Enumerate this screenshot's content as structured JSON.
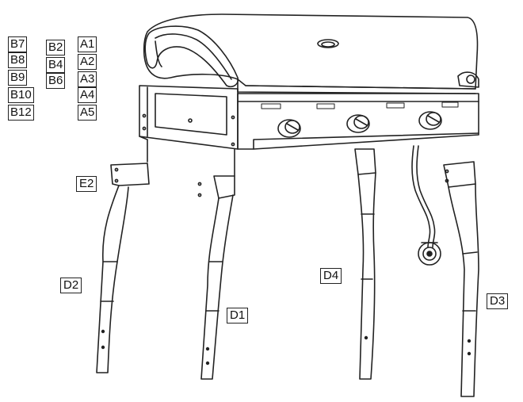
{
  "parts_list": {
    "col_b_left": [
      "B7",
      "B8",
      "B9",
      "B10",
      "B12"
    ],
    "col_b_mid": [
      "B2",
      "B4",
      "B6"
    ],
    "col_a": [
      "A1",
      "A2",
      "A3",
      "A4",
      "A5"
    ]
  },
  "callouts": {
    "e2": "E2",
    "d1": "D1",
    "d2": "D2",
    "d3": "D3",
    "d4": "D4"
  }
}
